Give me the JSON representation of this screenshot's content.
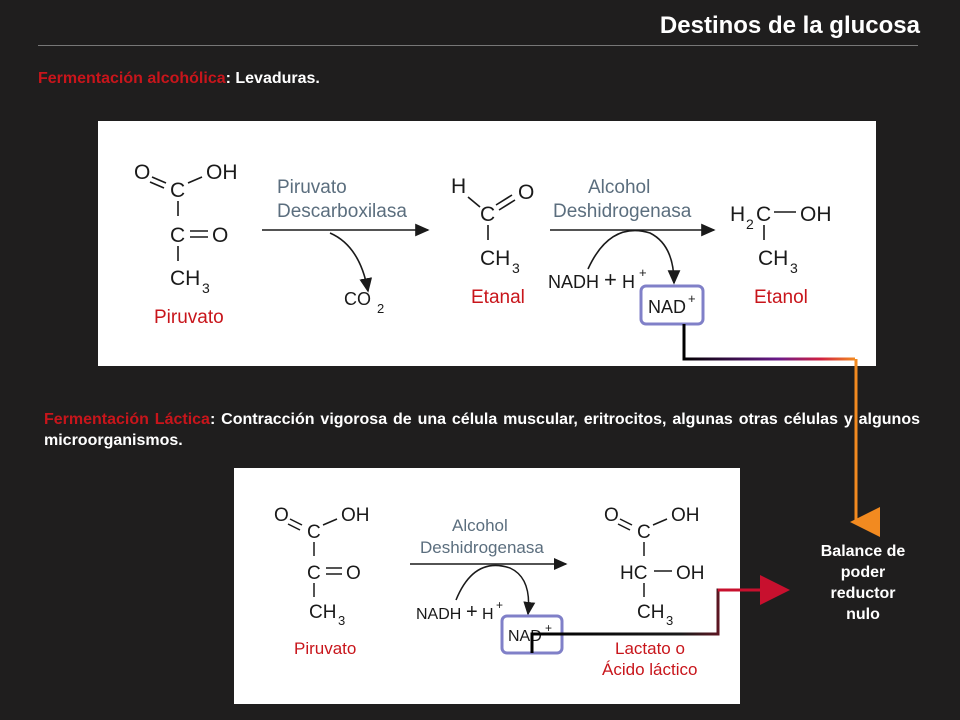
{
  "title": "Destinos de la glucosa",
  "section1": {
    "term": "Fermentación alcohólica",
    "rest": ": Levaduras."
  },
  "section2": {
    "term": "Fermentación Láctica",
    "rest": ": Contracción vigorosa de una célula muscular, eritrocitos, algunas otras células y algunos microorganismos."
  },
  "reaction1": {
    "substrate": {
      "line1_left": "O",
      "line1_right": "OH",
      "c1": "C",
      "c2": "C",
      "o2": "O",
      "ch": "CH",
      "sub3": "3",
      "name": "Piruvato"
    },
    "enzyme1": {
      "line1": "Piruvato",
      "line2": "Descarboxilasa"
    },
    "co2": {
      "text": "CO",
      "sub": "2"
    },
    "intermediate": {
      "h": "H",
      "o": "O",
      "c": "C",
      "ch": "CH",
      "sub3": "3",
      "name": "Etanal"
    },
    "enzyme2": {
      "line1": "Alcohol",
      "line2": "Deshidrogenasa"
    },
    "cofactor": {
      "nadh": "NADH",
      "plus": "+",
      "h": "H",
      "sup": "+",
      "nad": "NAD",
      "nad_sup": "+"
    },
    "product": {
      "h": "H",
      "sub2": "2",
      "c": "C",
      "oh": "OH",
      "ch": "CH",
      "sub3": "3",
      "name": "Etanol"
    }
  },
  "reaction2": {
    "substrate": {
      "line1_left": "O",
      "line1_right": "OH",
      "c1": "C",
      "c2": "C",
      "o2": "O",
      "ch": "CH",
      "sub3": "3",
      "name": "Piruvato"
    },
    "enzyme": {
      "line1": "Alcohol",
      "line2": "Deshidrogenasa"
    },
    "cofactor": {
      "nadh": "NADH",
      "plus": "+",
      "h": "H",
      "sup": "+",
      "nad": "NAD",
      "nad_sup": "+"
    },
    "product": {
      "o": "O",
      "oh": "OH",
      "c": "C",
      "hc": "HC",
      "oh2": "OH",
      "ch": "CH",
      "sub3": "3",
      "name_line1": "Lactato o",
      "name_line2": "Ácido láctico"
    }
  },
  "balance": {
    "line1": "Balance de",
    "line2": "poder",
    "line3": "reductor",
    "line4": "nulo"
  },
  "colors": {
    "background": "#1f1e1e",
    "accent_red": "#c8151b",
    "nad_box": "#8080c8",
    "orange": "#f28a20",
    "crimson": "#c8102e"
  }
}
